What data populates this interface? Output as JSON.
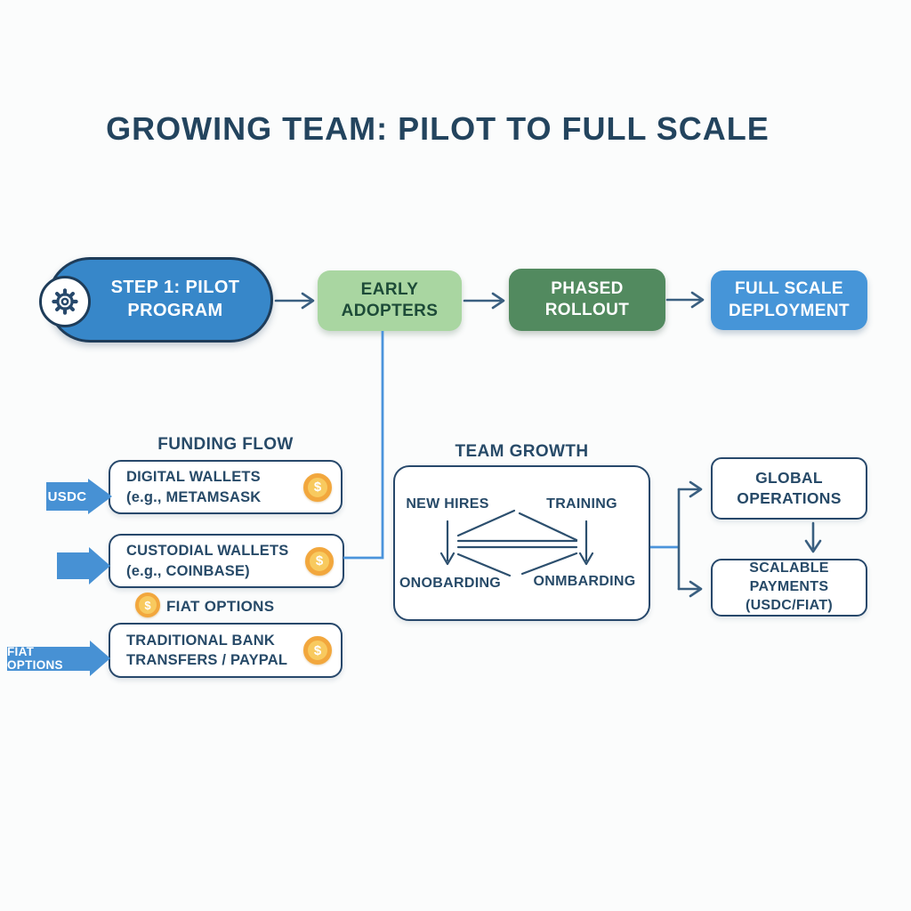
{
  "title": "GROWING TEAM: PILOT TO FULL SCALE",
  "pipeline": {
    "step1": {
      "line1": "STEP 1: PILOT",
      "line2": "PROGRAM"
    },
    "early": {
      "line1": "EARLY",
      "line2": "ADOPTERS"
    },
    "phased": {
      "line1": "PHASED",
      "line2": "ROLLOUT"
    },
    "full": {
      "line1": "FULL SCALE",
      "line2": "DEPLOYMENT"
    }
  },
  "funding": {
    "heading": "FUNDING FLOW",
    "boxes": [
      {
        "line1": "DIGITAL WALLETS",
        "line2": "(e.g., METAMSASK"
      },
      {
        "line1": "CUSTODIAL WALLETS",
        "line2": "(e.g., COINBASE)"
      },
      {
        "line1": "TRADITIONAL BANK",
        "line2": "TRANSFERS / PAYPAL"
      }
    ],
    "arrow_labels": {
      "usdc": "USDC",
      "plain": "",
      "fiat": "FIAT OPTIONS"
    },
    "fiat_options_label": "FIAT OPTIONS",
    "coin_symbol": "$"
  },
  "team_growth": {
    "heading": "TEAM GROWTH",
    "top_left": "NEW HIRES",
    "top_right": "TRAINING",
    "bottom_left": "ONOBARDING",
    "bottom_right": "ONMBARDING"
  },
  "operations": {
    "global": {
      "line1": "GLOBAL",
      "line2": "OPERATIONS"
    },
    "scalable": {
      "line1": "SCALABLE PAYMENTS",
      "line2": "(USDC/FIAT)"
    }
  },
  "icons": {
    "gear": "gear-icon",
    "coin": "coin-icon"
  },
  "colors": {
    "navy_text": "#274a68",
    "title_text": "#23445e",
    "pill_blue": "#3787c9",
    "deploy_blue": "#4695d8",
    "green_light": "#a9d6a1",
    "green_dark": "#528a5f",
    "green_text": "#1d4b38",
    "connector_blue": "#4b94db",
    "connector_navy": "#3a5f80",
    "coin_outer": "#f2a73d",
    "coin_inner": "#f8ca5f"
  }
}
